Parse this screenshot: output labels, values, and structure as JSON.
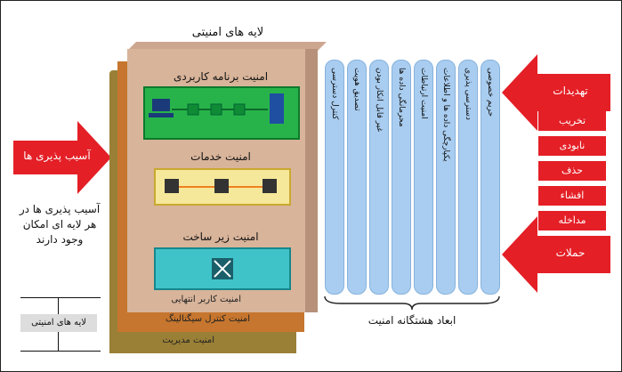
{
  "diagram": {
    "top_title": "لایه های امنیتی",
    "sections": {
      "app": "امنیت برنامه کاربردی",
      "services": "امنیت خدمات",
      "infra": "امنیت زیر ساخت"
    },
    "layers": {
      "end_user": "امنیت کاربر انتهایی",
      "signaling": "امنیت کنترل سیگنالینگ",
      "management": "امنیت مدیریت"
    },
    "dimensions": [
      "کنترل دسترسی",
      "تصدیق هویت",
      "غیر قابل انکار بودن",
      "محرمانگی داده ها",
      "امنیت ارتباطات",
      "یکپارچگی داده ها و اطلاعات",
      "دسترسی پذیری",
      "حریم خصوصی"
    ],
    "dimensions_label": "ابعاد هشتگانه امنیت",
    "threats_label": "تهدیدات",
    "threats": [
      "تخریب",
      "نابودی",
      "حذف",
      "افشاء",
      "مداخله"
    ],
    "attacks_label": "حملات",
    "vulnerabilities_label": "آسیب پذیری ها",
    "vulnerability_note": "آسیب پذیری ها در هر لایه ای امکان وجود دارند",
    "legend_label": "لایه های امنیتی",
    "colors": {
      "arrow_red": "#e41f26",
      "pillar_blue": "#a9cdf0",
      "app_green": "#28b34a",
      "service_yellow": "#f6e89a",
      "infra_cyan": "#3fc3c8"
    }
  }
}
